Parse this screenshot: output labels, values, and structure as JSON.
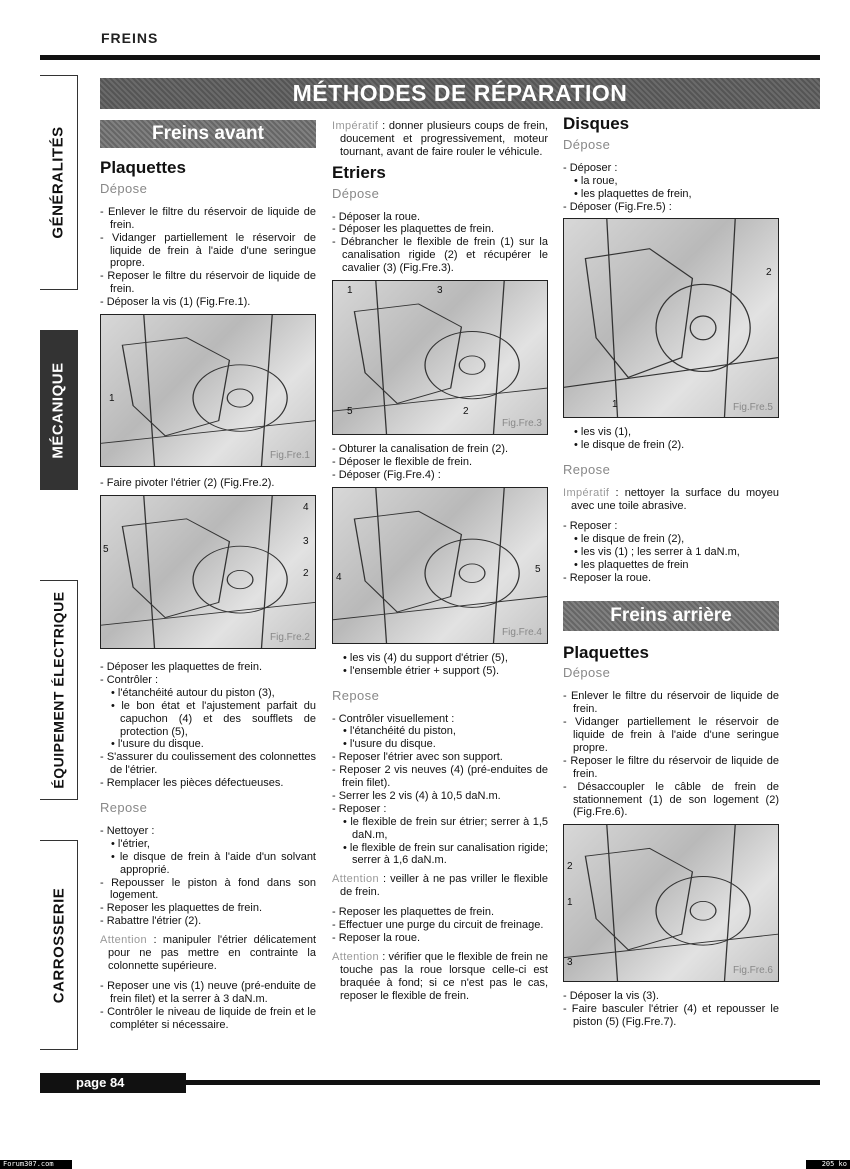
{
  "header": {
    "section": "FREINS",
    "title": "MÉTHODES DE RÉPARATION"
  },
  "side_tabs": [
    "GÉNÉRALITÉS",
    "MÉCANIQUE",
    "ÉQUIPEMENT ÉLECTRIQUE",
    "CARROSSERIE"
  ],
  "footer": {
    "page": "page 84",
    "source": "Forum307.com",
    "size": "205 ko"
  },
  "col1": {
    "bar": "Freins avant",
    "heading": "Plaquettes",
    "depose": "Dépose",
    "list1": [
      "- Enlever le filtre du réservoir de liquide de frein.",
      "- Vidanger partiellement le réservoir de liquide de frein à l'aide d'une seringue propre.",
      "- Reposer le filtre du réservoir de liquide de frein.",
      "- Déposer la vis (1) (Fig.Fre.1)."
    ],
    "fig1": {
      "caption": "Fig.Fre.1",
      "labels": [
        "1"
      ]
    },
    "pivot": "- Faire pivoter l'étrier (2) (Fig.Fre.2).",
    "fig2": {
      "caption": "Fig.Fre.2",
      "labels": [
        "4",
        "3",
        "2",
        "5"
      ]
    },
    "list2": [
      "- Déposer les plaquettes de frein.",
      "- Contrôler :",
      "• l'étanchéité autour du piston (3),",
      "• le bon état et l'ajustement parfait du capuchon (4) et des soufflets de protection (5),",
      "• l'usure du disque.",
      "- S'assurer du coulissement des colonnettes de l'étrier.",
      "- Remplacer les pièces défectueuses."
    ],
    "repose": "Repose",
    "list3": [
      "- Nettoyer :",
      "• l'étrier,",
      "• le disque de frein à l'aide d'un solvant approprié.",
      "- Repousser le piston à fond dans son logement.",
      "- Reposer les plaquettes de frein.",
      "- Rabattre l'étrier (2)."
    ],
    "attention": {
      "key": "Attention",
      "text": " : manipuler l'étrier délicatement pour ne pas mettre en contrainte la colonnette supérieure."
    },
    "list4": [
      "- Reposer une vis (1) neuve (pré-enduite de frein filet) et la serrer à 3 daN.m.",
      "- Contrôler le niveau de liquide de frein et le compléter si nécessaire."
    ]
  },
  "col2": {
    "imperatif": {
      "key": "Impératif",
      "text": " : donner plusieurs coups de frein, doucement et progressivement, moteur tournant, avant de faire rouler le véhicule."
    },
    "heading": "Etriers",
    "depose": "Dépose",
    "list1": [
      "- Déposer la roue.",
      "- Déposer les plaquettes de frein.",
      "- Débrancher le flexible de frein (1) sur la canalisation rigide (2) et récupérer le cavalier (3) (Fig.Fre.3)."
    ],
    "fig3": {
      "caption": "Fig.Fre.3",
      "labels": [
        "1",
        "3",
        "5",
        "2"
      ]
    },
    "list2": [
      "- Obturer la canalisation de frein (2).",
      "- Déposer le flexible de frein.",
      "- Déposer (Fig.Fre.4) :"
    ],
    "fig4": {
      "caption": "Fig.Fre.4",
      "labels": [
        "4",
        "5"
      ]
    },
    "list3": [
      "• les vis (4) du support d'étrier (5),",
      "• l'ensemble étrier + support (5)."
    ],
    "repose": "Repose",
    "list4": [
      "- Contrôler visuellement :",
      "• l'étanchéité du piston,",
      "• l'usure du disque.",
      "- Reposer l'étrier avec son support.",
      "- Reposer 2 vis neuves (4) (pré-enduites de frein filet).",
      "- Serrer les 2 vis (4) à 10,5 daN.m.",
      "- Reposer :",
      "• le flexible de frein sur étrier; serrer à 1,5 daN.m,",
      "• le flexible de frein sur canalisation rigide; serrer à 1,6 daN.m."
    ],
    "attention1": {
      "key": "Attention",
      "text": " : veiller à ne pas vriller le flexible de frein."
    },
    "list5": [
      "- Reposer les plaquettes de frein.",
      "- Effectuer une purge du circuit de freinage.",
      "- Reposer la roue."
    ],
    "attention2": {
      "key": "Attention",
      "text": " : vérifier que le flexible de frein ne touche pas la roue lorsque celle-ci est braquée à fond; si ce n'est pas le cas, reposer le flexible de frein."
    }
  },
  "col3": {
    "heading": "Disques",
    "depose": "Dépose",
    "list1": [
      "- Déposer :",
      "• la roue,",
      "• les plaquettes de frein,",
      "- Déposer (Fig.Fre.5) :"
    ],
    "fig5": {
      "caption": "Fig.Fre.5",
      "labels": [
        "2",
        "1"
      ]
    },
    "list2": [
      "• les vis (1),",
      "• le disque de frein (2)."
    ],
    "repose": "Repose",
    "imperatif": {
      "key": "Impératif",
      "text": " : nettoyer la surface du moyeu avec une toile abrasive."
    },
    "list3": [
      "- Reposer :",
      "• le disque de frein (2),",
      "• les vis (1) ; les serrer à 1 daN.m,",
      "• les plaquettes de frein",
      "- Reposer la roue."
    ],
    "bar": "Freins arrière",
    "heading2": "Plaquettes",
    "depose2": "Dépose",
    "list4": [
      "- Enlever le filtre du réservoir de liquide de frein.",
      "- Vidanger partiellement le réservoir de liquide de frein à l'aide d'une seringue propre.",
      "- Reposer le filtre du réservoir de liquide de frein.",
      "- Désaccoupler le câble de frein de stationnement (1) de son logement (2) (Fig.Fre.6)."
    ],
    "fig6": {
      "caption": "Fig.Fre.6",
      "labels": [
        "2",
        "1",
        "3"
      ]
    },
    "list5": [
      "- Déposer la vis (3).",
      "- Faire basculer l'étrier (4) et repousser le piston (5) (Fig.Fre.7)."
    ]
  }
}
